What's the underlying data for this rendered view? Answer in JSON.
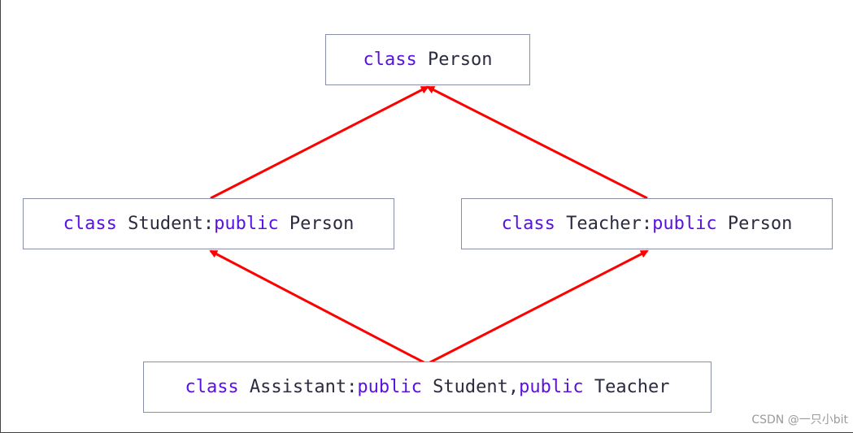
{
  "diagram": {
    "nodes": {
      "person": [
        {
          "text": "class",
          "kind": "keyword"
        },
        {
          "text": " Person",
          "kind": "identifier"
        }
      ],
      "student": [
        {
          "text": "class",
          "kind": "keyword"
        },
        {
          "text": " Student:",
          "kind": "identifier"
        },
        {
          "text": "public",
          "kind": "keyword"
        },
        {
          "text": " Person",
          "kind": "identifier"
        }
      ],
      "teacher": [
        {
          "text": "class",
          "kind": "keyword"
        },
        {
          "text": " Teacher:",
          "kind": "identifier"
        },
        {
          "text": "public",
          "kind": "keyword"
        },
        {
          "text": " Person",
          "kind": "identifier"
        }
      ],
      "assistant": [
        {
          "text": "class",
          "kind": "keyword"
        },
        {
          "text": " Assistant:",
          "kind": "identifier"
        },
        {
          "text": "public",
          "kind": "keyword"
        },
        {
          "text": " Student,",
          "kind": "identifier"
        },
        {
          "text": "public",
          "kind": "keyword"
        },
        {
          "text": " Teacher",
          "kind": "identifier"
        }
      ]
    },
    "edges": [
      {
        "from": "student",
        "to": "person"
      },
      {
        "from": "teacher",
        "to": "person"
      },
      {
        "from": "assistant",
        "to": "student"
      },
      {
        "from": "assistant",
        "to": "teacher"
      }
    ],
    "colors": {
      "keyword": "#5b12e0",
      "identifier": "#2b2b40",
      "arrow": "#ff0000",
      "box_border": "#8a8fa8"
    }
  },
  "watermark": "CSDN @一只小bit"
}
